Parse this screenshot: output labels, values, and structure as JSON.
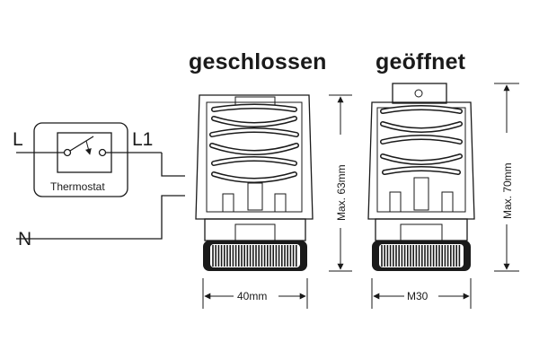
{
  "titles": {
    "closed": "geschlossen",
    "open": "geöffnet"
  },
  "wiring": {
    "line_label": "L",
    "switched_label": "L1",
    "neutral_label": "N",
    "thermostat_label": "Thermostat"
  },
  "dimensions": {
    "closed_height": "Max. 63mm",
    "open_height": "Max. 70mm",
    "closed_width": "40mm",
    "open_thread": "M30"
  }
}
